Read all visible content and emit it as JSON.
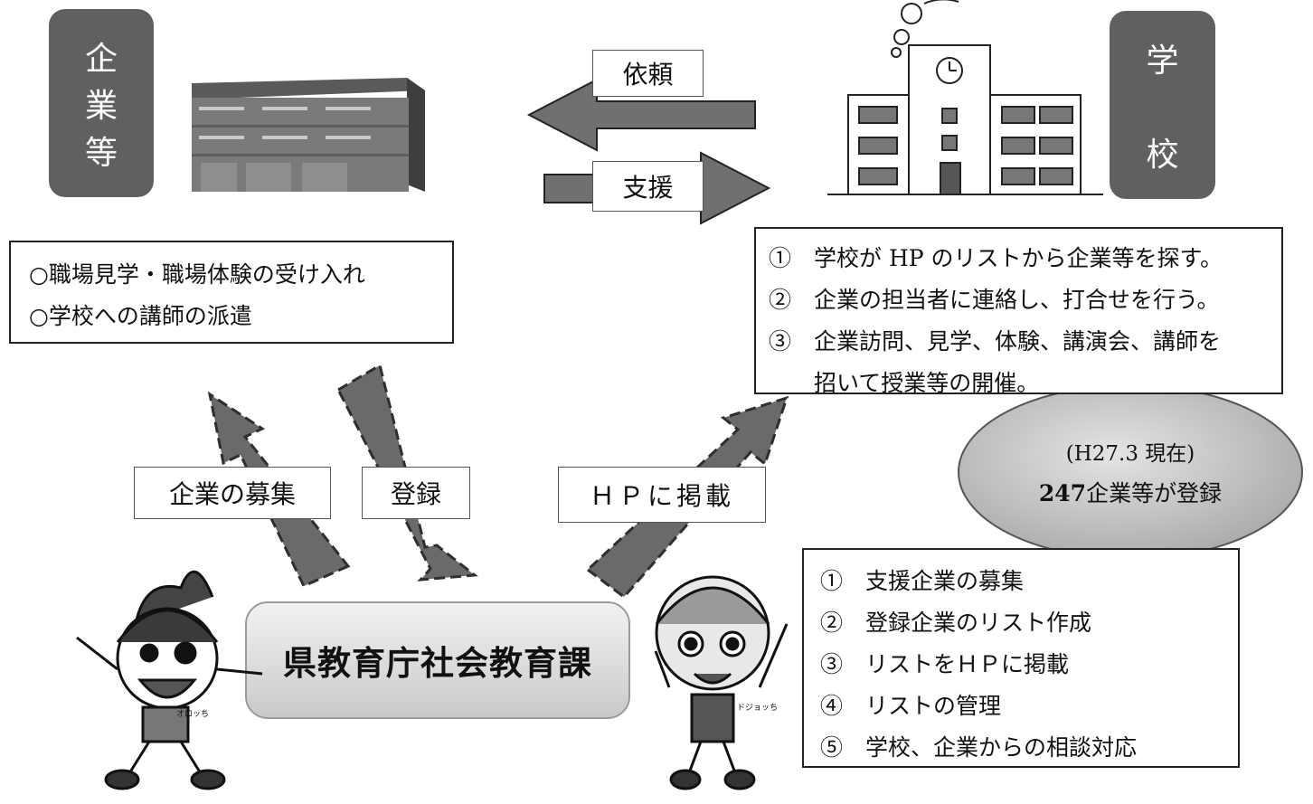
{
  "company": {
    "label_chars": [
      "企",
      "業",
      "等"
    ],
    "roles": [
      "○職場見学・職場体験の受け入れ",
      "○学校への講師の派遣"
    ]
  },
  "school": {
    "label_chars": [
      "学",
      "校"
    ],
    "steps": [
      "①　学校が HP のリストから企業等を探す。",
      "②　企業の担当者に連絡し、打合せを行う。",
      "③　企業訪問、見学、体験、講演会、講師を",
      "　　招いて授業等の開催。"
    ]
  },
  "arrows": {
    "request": "依頼",
    "support": "支援",
    "recruit": "企業の募集",
    "register": "登録",
    "publish": "ＨＰに掲載"
  },
  "stats": {
    "date": "(H27.3 現在)",
    "count": "247",
    "count_suffix": "企業等が登録"
  },
  "office": {
    "name": "県教育庁社会教育課",
    "tasks": [
      "①　支援企業の募集",
      "②　登録企業のリスト作成",
      "③　リストをＨＰに掲載",
      "④　リストの管理",
      "⑤　学校、企業からの相談対応"
    ]
  },
  "mascots": {
    "left_name": "オロッち",
    "right_name": "ドジョッち"
  }
}
